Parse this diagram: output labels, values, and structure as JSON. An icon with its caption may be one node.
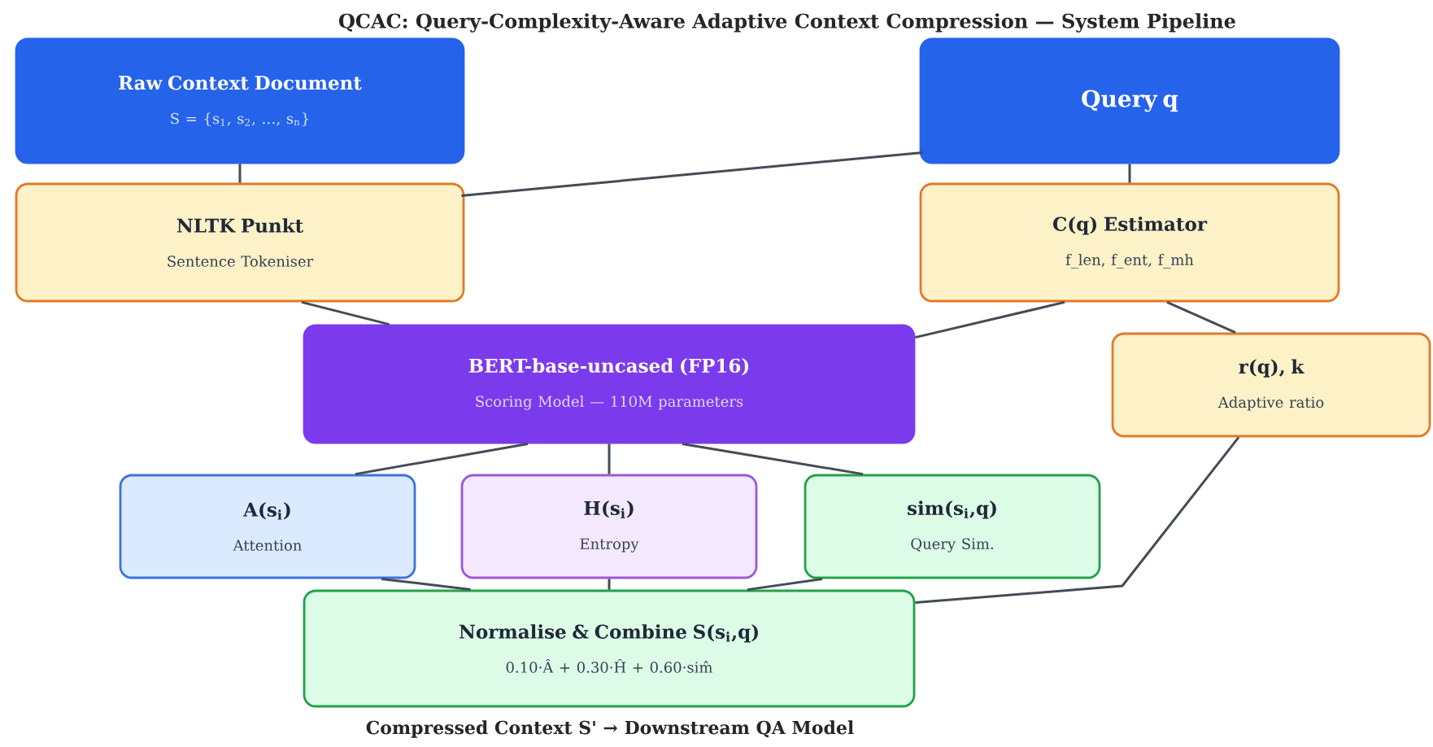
{
  "diagram": {
    "title": "QCAC: Query-Complexity-Aware Adaptive Context Compression — System Pipeline",
    "nodes": [
      {
        "text": [
          "Raw Context Document",
          "S = {s$_{1}$, s$_{2}$, …, s$_{n}$}"
        ]
      },
      {
        "text": [
          "Query  q"
        ]
      },
      {
        "text": [
          "NLTK Punkt",
          "Sentence Tokeniser"
        ]
      },
      {
        "text": [
          "C(q) Estimator",
          "f_len, f_ent, f_mh"
        ]
      },
      {
        "text": [
          "BERT-base-uncased  (FP16)",
          "Scoring Model — 110M parameters"
        ]
      },
      {
        "text": [
          "r(q), k",
          "Adaptive ratio"
        ]
      },
      {
        "text": [
          "A(s$_{i}$)",
          "Attention"
        ]
      },
      {
        "text": [
          "H(s$_{i}$)",
          "Entropy"
        ]
      },
      {
        "text": [
          "sim(s$_{i}$,q)",
          "Query Sim."
        ]
      },
      {
        "text": [
          "Normalise & Combine  S(s$_{i}$,q)",
          "0.10·Â + 0.30·Ĥ + 0.60·sim̂"
        ]
      }
    ],
    "edges": [
      {
        "from": 0,
        "to": 2,
        "arrow": "none"
      },
      {
        "from": 1,
        "to": 2,
        "arrow": "none"
      },
      {
        "from": 1,
        "to": 3,
        "arrow": "none"
      },
      {
        "from": 2,
        "to": 4,
        "arrow": "none"
      },
      {
        "from": 3,
        "to": 4,
        "arrow": "none"
      },
      {
        "from": 3,
        "to": 5,
        "arrow": "none"
      },
      {
        "from": 4,
        "to": 6,
        "arrow": "none"
      },
      {
        "from": 4,
        "to": 7,
        "arrow": "none"
      },
      {
        "from": 4,
        "to": 8,
        "arrow": "none"
      },
      {
        "from": 5,
        "to": 9,
        "arrow": "none"
      },
      {
        "from": 6,
        "to": 9,
        "arrow": "none"
      },
      {
        "from": 7,
        "to": 9,
        "arrow": "none"
      },
      {
        "from": 8,
        "to": 9,
        "arrow": "none"
      }
    ],
    "labels": [
      "Compressed Context  S'  →  Downstream QA Model"
    ]
  }
}
